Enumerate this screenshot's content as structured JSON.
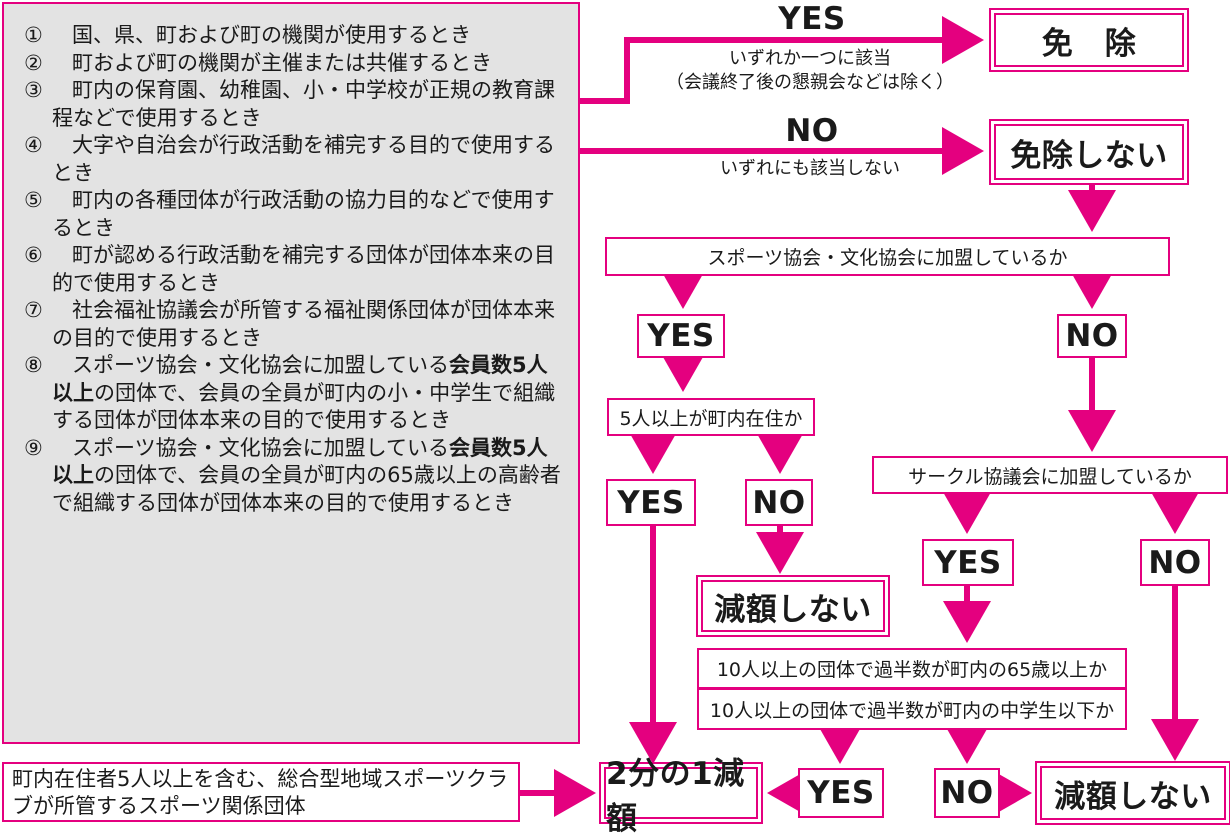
{
  "conditions": [
    {
      "num": "①",
      "text": "国、県、町および町の機関が使用するとき"
    },
    {
      "num": "②",
      "text": "町および町の機関が主催または共催するとき"
    },
    {
      "num": "③",
      "text": "町内の保育園、幼稚園、小・中学校が正規の教育課程などで使用するとき"
    },
    {
      "num": "④",
      "text": "大字や自治会が行政活動を補完する目的で使用するとき"
    },
    {
      "num": "⑤",
      "text": "町内の各種団体が行政活動の協力目的などで使用するとき"
    },
    {
      "num": "⑥",
      "text": "町が認める行政活動を補完する団体が団体本来の目的で使用するとき"
    },
    {
      "num": "⑦",
      "text": "社会福祉協議会が所管する福祉関係団体が団体本来の目的で使用するとき"
    },
    {
      "num": "⑧",
      "pre": "スポーツ協会・文化協会に加盟している",
      "bold": "会員数5人以上",
      "post": "の団体で、会員の全員が町内の小・中学生で組織する団体が団体本来の目的で使用するとき"
    },
    {
      "num": "⑨",
      "pre": "スポーツ協会・文化協会に加盟している",
      "bold": "会員数5人以上",
      "post": "の団体で、会員の全員が町内の65歳以上の高齢者で組織する団体が団体本来の目的で使用するとき"
    }
  ],
  "top": {
    "yes": "YES",
    "yes_note_1": "いずれか一つに該当",
    "yes_note_2": "（会議終了後の懇親会などは除く）",
    "no": "NO",
    "no_note": "いずれにも該当しない",
    "exempt": "免　除",
    "not_exempt": "免除しない"
  },
  "q1": "スポーツ協会・文化協会に加盟しているか",
  "q1_yes": "YES",
  "q1_no": "NO",
  "q2": "5人以上が町内在住か",
  "q2_yes": "YES",
  "q2_no": "NO",
  "q2_no_result": "減額しない",
  "q3": "サークル協議会に加盟しているか",
  "q3_yes": "YES",
  "q3_no": "NO",
  "q4_line1": "10人以上の団体で過半数が町内の65歳以上か",
  "q4_line2": "10人以上の団体で過半数が町内の中学生以下か",
  "q4_yes": "YES",
  "q4_no": "NO",
  "half": "2分の1減額",
  "final_no_result": "減額しない",
  "club": "町内在住者5人以上を含む、総合型地域スポーツクラブが所管するスポーツ関係団体",
  "colors": {
    "accent": "#e4007f",
    "panel": "#e3e3e3"
  }
}
